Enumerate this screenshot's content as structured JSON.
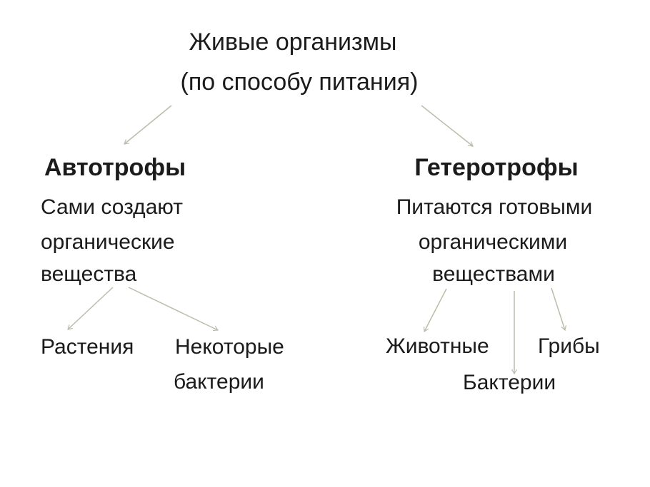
{
  "slide": {
    "background_color": "#ffffff",
    "text_color": "#1b1b1b",
    "arrow_color": "#bdbcab"
  },
  "title": {
    "line1": "Живые организмы",
    "line2": "(по способу питания)"
  },
  "autotrophs": {
    "heading": "Автотрофы",
    "description_line1": "Сами создают",
    "description_line2": "органические",
    "description_line3": "вещества",
    "leaf_plants": "Растения",
    "leaf_bacteria_line1": "Некоторые",
    "leaf_bacteria_line2": "бактерии"
  },
  "heterotrophs": {
    "heading": "Гетеротрофы",
    "description_line1": "Питаются готовыми",
    "description_line2": "органическими",
    "description_line3": "веществами",
    "leaf_animals": "Животные",
    "leaf_fungi": "Грибы",
    "leaf_bacteria": "Бактерии"
  }
}
